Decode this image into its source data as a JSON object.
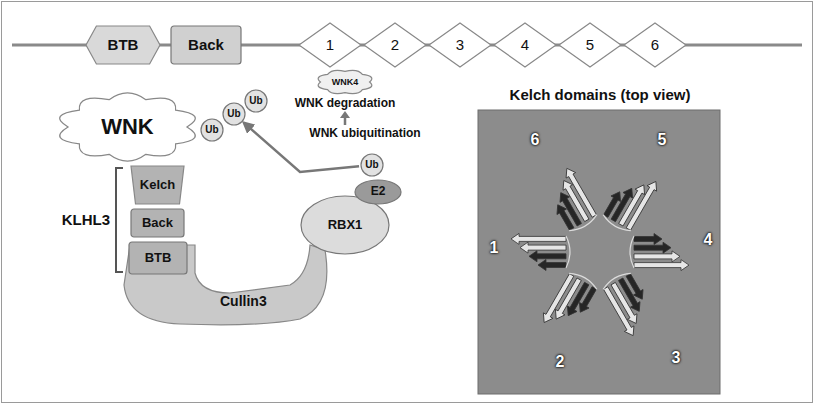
{
  "diagram": {
    "nodes": [
      {
        "text": [
          "BTB"
        ]
      },
      {
        "text": [
          "Back"
        ]
      },
      {
        "text": [
          "1"
        ]
      },
      {
        "text": [
          "2"
        ]
      },
      {
        "text": [
          "3"
        ]
      },
      {
        "text": [
          "4"
        ]
      },
      {
        "text": [
          "5"
        ]
      },
      {
        "text": [
          "6"
        ]
      },
      {
        "text": [
          "WNK"
        ]
      },
      {
        "text": [
          "Ub"
        ]
      },
      {
        "text": [
          "Ub"
        ]
      },
      {
        "text": [
          "Ub"
        ]
      },
      {
        "text": [
          "WNK4"
        ]
      },
      {
        "text": [
          "Cullin3"
        ]
      },
      {
        "text": [
          "Kelch"
        ]
      },
      {
        "text": [
          "Back"
        ]
      },
      {
        "text": [
          "BTB"
        ]
      },
      {
        "text": [
          "RBX1"
        ]
      },
      {
        "text": [
          "E2"
        ]
      },
      {
        "text": [
          "Ub"
        ]
      }
    ],
    "edges": [
      {
        "from": 19,
        "to": 10,
        "arrow": "to"
      }
    ],
    "labels": [
      "KLHL3",
      "WNK degradation",
      "WNK ubiquitination",
      "Kelch domains (top view)",
      "6",
      "5",
      "1",
      "4",
      "2",
      "3"
    ]
  }
}
